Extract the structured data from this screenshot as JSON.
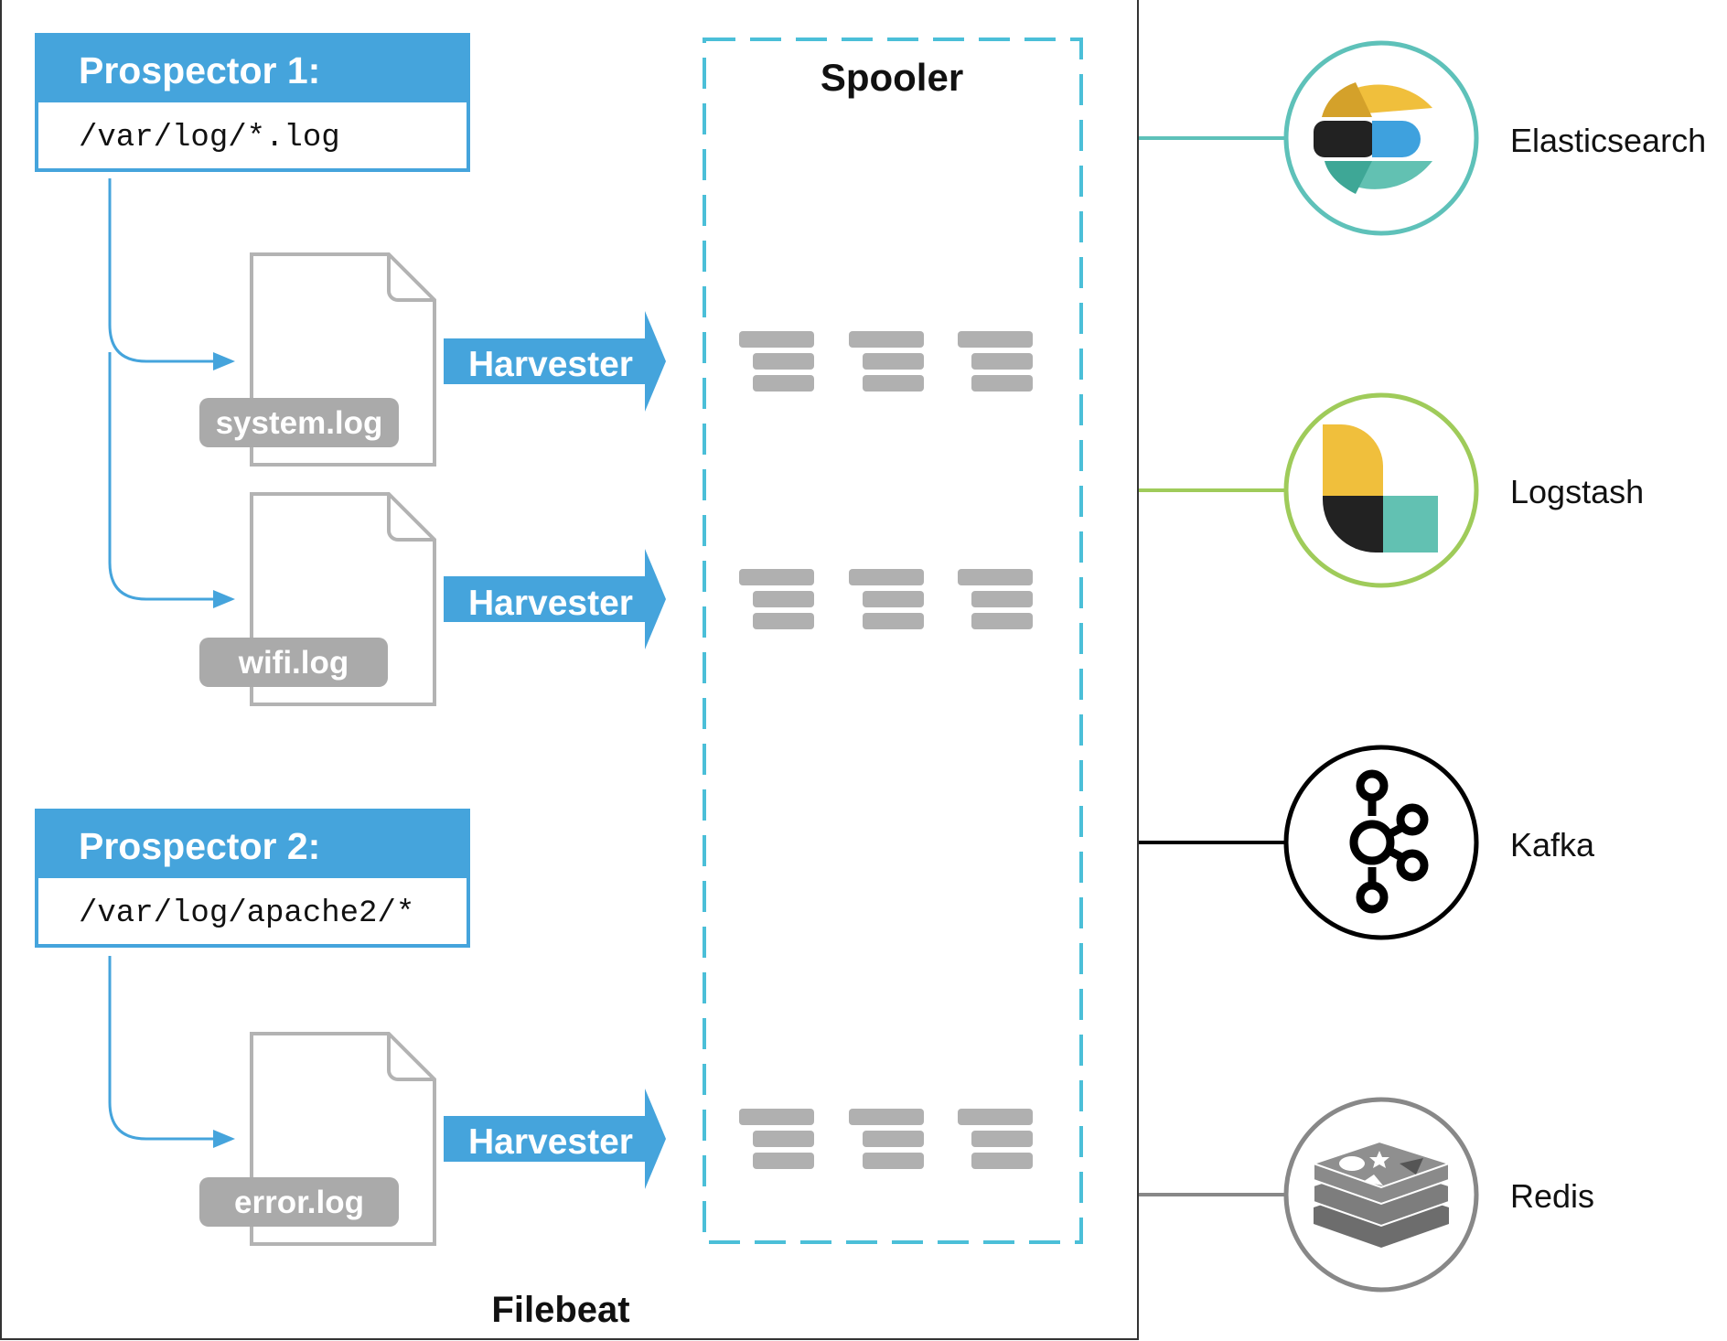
{
  "filebeat": {
    "label": "Filebeat",
    "prospectors": [
      {
        "title": "Prospector 1:",
        "path": "/var/log/*.log"
      },
      {
        "title": "Prospector 2:",
        "path": "/var/log/apache2/*"
      }
    ],
    "files": [
      {
        "name": "system.log",
        "harvester": "Harvester"
      },
      {
        "name": "wifi.log",
        "harvester": "Harvester"
      },
      {
        "name": "error.log",
        "harvester": "Harvester"
      }
    ],
    "spooler": {
      "label": "Spooler"
    }
  },
  "outputs": [
    {
      "name": "Elasticsearch",
      "icon": "elasticsearch-logo-icon",
      "ring_color": "#5ec1b9"
    },
    {
      "name": "Logstash",
      "icon": "logstash-logo-icon",
      "ring_color": "#9fcb5a"
    },
    {
      "name": "Kafka",
      "icon": "kafka-logo-icon",
      "ring_color": "#000000"
    },
    {
      "name": "Redis",
      "icon": "redis-logo-icon",
      "ring_color": "#888888"
    }
  ],
  "colors": {
    "accent_blue": "#45a4dc",
    "spooler_dash": "#4bbfd8",
    "file_gray": "#b3b3b3",
    "badge_gray": "#aaaaaa",
    "es_yellow": "#f0bf3c",
    "es_dark": "#222222",
    "es_blue": "#3ea1de",
    "es_teal": "#3ea796",
    "es_mint": "#62c1b2",
    "redis_gray": "#6d6d6d"
  }
}
